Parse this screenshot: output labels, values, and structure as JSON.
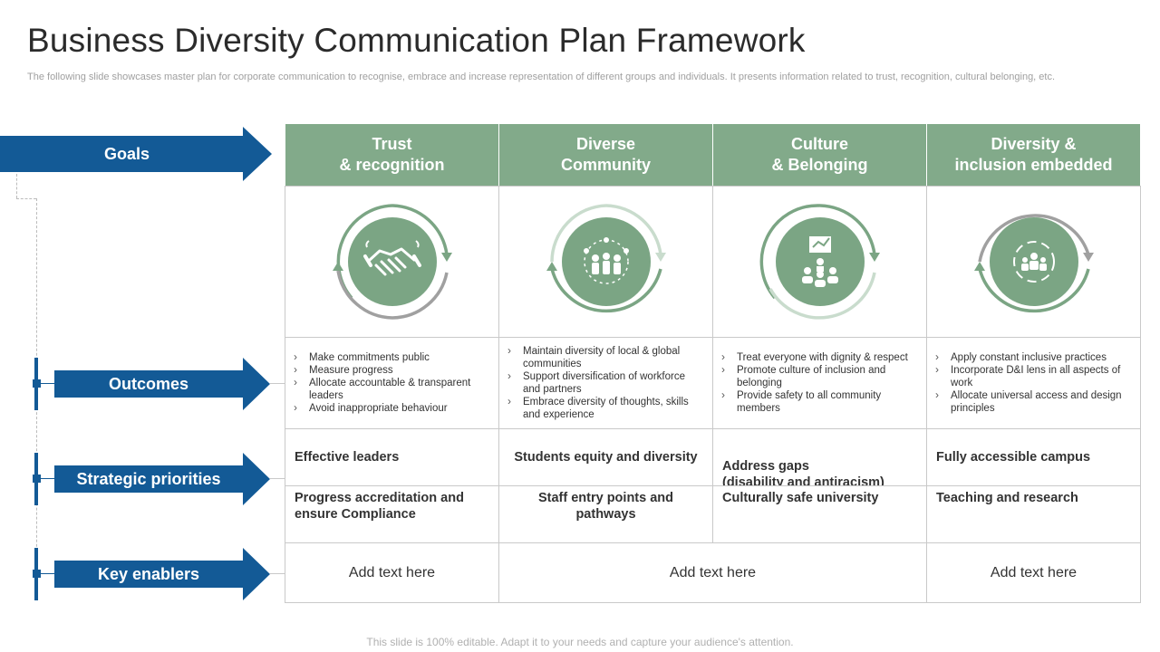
{
  "title": "Business Diversity Communication Plan Framework",
  "subtitle": "The following slide showcases master plan for corporate communication to recognise, embrace and increase representation of different groups and individuals. It presents information related to trust, recognition, cultural belonging, etc.",
  "footer": "This slide is 100% editable. Adapt it to your needs and capture your audience's attention.",
  "rows": {
    "goals": "Goals",
    "outcomes": "Outcomes",
    "strategic": "Strategic priorities",
    "enablers": "Key enablers"
  },
  "columns": [
    {
      "line1": "Trust",
      "line2": "& recognition",
      "icon": "handshake-icon",
      "outcomes": [
        "Make commitments public",
        "Measure progress",
        "Allocate accountable & transparent leaders",
        "Avoid inappropriate behaviour"
      ],
      "priority1": "Effective leaders",
      "priority2": "Progress accreditation and ensure Compliance"
    },
    {
      "line1": "Diverse",
      "line2": "Community",
      "icon": "community-icon",
      "outcomes": [
        "Maintain diversity of local & global communities",
        "Support diversification of workforce and partners",
        "Embrace diversity of thoughts, skills and experience"
      ],
      "priority1": "Students equity and diversity",
      "priority2": "Staff entry points and pathways"
    },
    {
      "line1": "Culture",
      "line2": "& Belonging",
      "icon": "presentation-audience-icon",
      "outcomes": [
        "Treat everyone with dignity & respect",
        "Promote culture of inclusion and belonging",
        "Provide safety to all community members"
      ],
      "priority1": "Address gaps\n(disability and antiracism)",
      "priority2": "Culturally safe university"
    },
    {
      "line1": "Diversity &",
      "line2": "inclusion embedded",
      "icon": "team-cycle-icon",
      "outcomes": [
        "Apply constant inclusive practices",
        "Incorporate D&I lens in all aspects of work",
        "Allocate universal access and design principles"
      ],
      "priority1": "Fully accessible campus",
      "priority2": "Teaching and research"
    }
  ],
  "enablers": [
    "Add text here",
    "Add text here",
    "Add text here"
  ],
  "colors": {
    "accent": "#135a96",
    "header": "#82aa8a",
    "icon": "#7ba584"
  }
}
